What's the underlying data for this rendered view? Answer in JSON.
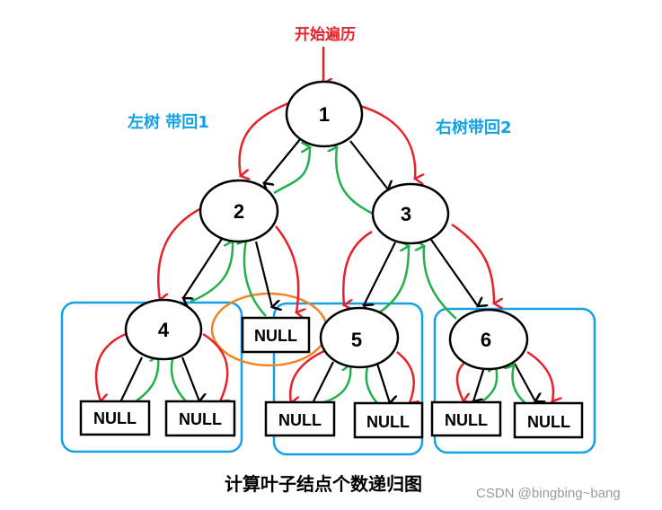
{
  "colors": {
    "call": "#e8202a",
    "return": "#22b04b",
    "edge": "#000000",
    "group_box": "#12a2e4",
    "highlight": "#f58220",
    "label_blue": "#12a2e4",
    "title_red": "#e8202a"
  },
  "labels": {
    "start": "开始遍历",
    "left_return": "左树 带回1",
    "right_return": "右树带回2",
    "caption": "计算叶子结点个数递归图",
    "watermark": "CSDN @bingbing~bang"
  },
  "tree": {
    "nodes": [
      {
        "id": "n1",
        "label": "1"
      },
      {
        "id": "n2",
        "label": "2"
      },
      {
        "id": "n3",
        "label": "3"
      },
      {
        "id": "n4",
        "label": "4"
      },
      {
        "id": "n5",
        "label": "5"
      },
      {
        "id": "n6",
        "label": "6"
      }
    ],
    "null_boxes": [
      {
        "id": "null-2R",
        "label": "NULL",
        "parent": "2"
      },
      {
        "id": "null-4L",
        "label": "NULL",
        "parent": "4"
      },
      {
        "id": "null-4R",
        "label": "NULL",
        "parent": "4"
      },
      {
        "id": "null-5L",
        "label": "NULL",
        "parent": "5"
      },
      {
        "id": "null-5R",
        "label": "NULL",
        "parent": "5"
      },
      {
        "id": "null-6L",
        "label": "NULL",
        "parent": "6"
      },
      {
        "id": "null-6R",
        "label": "NULL",
        "parent": "6"
      }
    ],
    "leaf_groups": [
      "4",
      "5",
      "6"
    ],
    "highlighted": "null-2R"
  }
}
